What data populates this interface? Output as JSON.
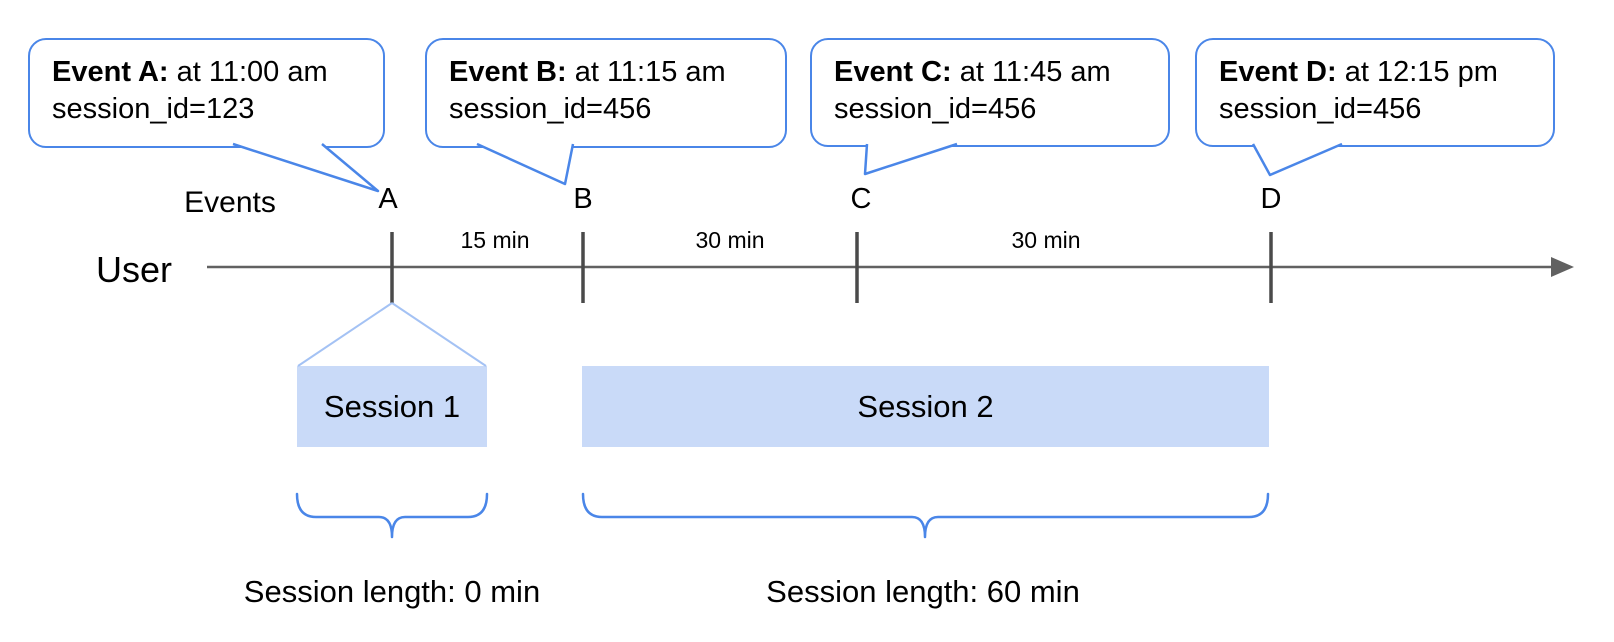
{
  "diagram": {
    "events_label": "Events",
    "user_label": "User",
    "bubbles": [
      {
        "marker": "A",
        "title": "Event A:",
        "time": "at 11:00 am",
        "session_line": "session_id=123"
      },
      {
        "marker": "B",
        "title": "Event B:",
        "time": "at 11:15 am",
        "session_line": "session_id=456"
      },
      {
        "marker": "C",
        "title": "Event C:",
        "time": "at 11:45 am",
        "session_line": "session_id=456"
      },
      {
        "marker": "D",
        "title": "Event D:",
        "time": "at 12:15 pm",
        "session_line": "session_id=456"
      }
    ],
    "intervals": [
      {
        "label": "15 min"
      },
      {
        "label": "30 min"
      },
      {
        "label": "30 min"
      }
    ],
    "sessions": [
      {
        "label": "Session 1",
        "length_label": "Session length: 0 min"
      },
      {
        "label": "Session 2",
        "length_label": "Session length: 60 min"
      }
    ],
    "colors": {
      "bubble_border_blue": "#4a86e8",
      "session_fill_blue": "#c9daf8",
      "funnel_line_blue": "#a4c2f4",
      "brace_blue": "#4a86e8",
      "timeline_gray": "#616161",
      "tick_gray": "#4a4a4a",
      "text_black": "#000000"
    }
  }
}
